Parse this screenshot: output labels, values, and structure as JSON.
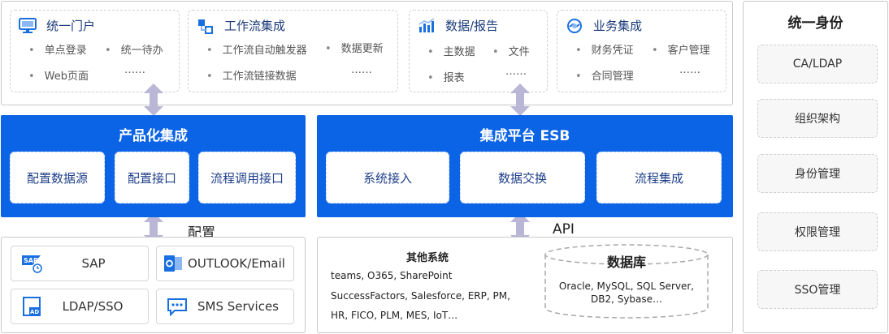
{
  "top": {
    "portal": {
      "title": "统一门户",
      "items": [
        "单点登录",
        "统一待办",
        "Web页面",
        "……"
      ]
    },
    "workflow": {
      "title": "工作流集成",
      "items": [
        "工作流自动触发器",
        "数据更新",
        "工作流链接数据",
        "……"
      ]
    },
    "data": {
      "title": "数据/报告",
      "items": [
        "主数据",
        "文件",
        "报表",
        "……"
      ]
    },
    "business": {
      "title": "业务集成",
      "items": [
        "财务凭证",
        "客户管理",
        "合同管理",
        "……"
      ]
    }
  },
  "product": {
    "title": "产品化集成",
    "boxes": [
      "配置数据源",
      "配置接口",
      "流程调用接口"
    ],
    "config_label": "配置"
  },
  "esb": {
    "title": "集成平台 ESB",
    "boxes": [
      "系统接入",
      "数据交换",
      "流程集成"
    ],
    "api_label": "API"
  },
  "identity": {
    "title": "统一身份",
    "items": [
      "CA/LDAP",
      "组织架构",
      "身份管理",
      "权限管理",
      "SSO管理"
    ]
  },
  "systems": {
    "items": [
      "SAP",
      "OUTLOOK/Email",
      "LDAP/SSO",
      "SMS Services"
    ]
  },
  "other": {
    "title": "其他系统",
    "lines": [
      "teams, O365, SharePoint",
      "SuccessFactors, Salesforce, ERP, PM,",
      "HR, FICO, PLM, MES, IoT…"
    ]
  },
  "database": {
    "title": "数据库",
    "lines": [
      "Oracle, MySQL, SQL Server,",
      "DB2, Sybase…"
    ]
  },
  "colors": {
    "primary": "#0b63e5",
    "title_blue": "#1a3a7a",
    "arrow": "#b9b6d6"
  },
  "icons": [
    "monitor-icon",
    "workflow-icon",
    "chart-icon",
    "handshake-icon",
    "sap-icon",
    "outlook-icon",
    "ad-icon",
    "sms-icon"
  ]
}
